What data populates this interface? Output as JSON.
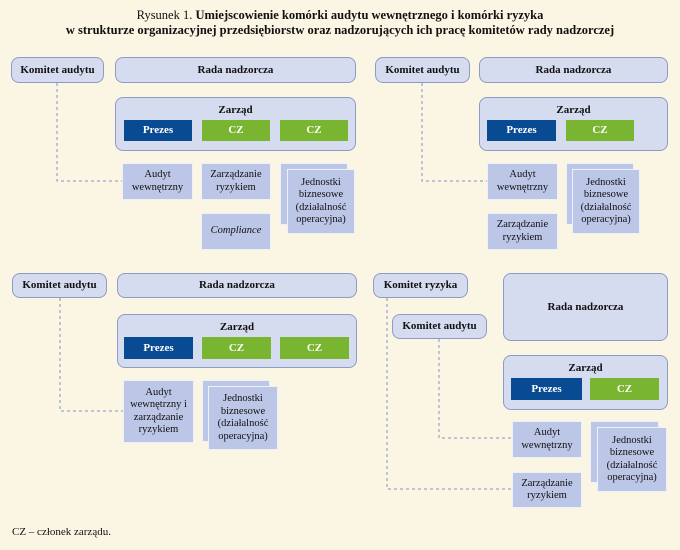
{
  "title": {
    "prefix": "Rysunek 1. ",
    "line1": "Umiejscowienie komórki audytu wewnętrznego i komórki ryzyka",
    "line2": "w strukturze organizacyjnej przedsiębiorstw oraz nadzorujących ich pracę komitetów rady nadzorczej"
  },
  "d1": {
    "komitet": "Komitet audytu",
    "rada": "Rada nadzorcza",
    "zarzad": "Zarząd",
    "prezes": "Prezes",
    "cz1": "CZ",
    "cz2": "CZ",
    "audyt": "Audyt wewnętrzny",
    "ryzyko": "Zarządzanie ryzykiem",
    "compliance": "Compliance",
    "jednostki": "Jednostki biznesowe (działalność operacyjna)"
  },
  "d2": {
    "komitet": "Komitet audytu",
    "rada": "Rada nadzorcza",
    "zarzad": "Zarząd",
    "prezes": "Prezes",
    "cz1": "CZ",
    "audyt": "Audyt wewnętrzny",
    "ryzyko": "Zarządzanie ryzykiem",
    "jednostki": "Jednostki biznesowe (działalność operacyjna)"
  },
  "d3": {
    "komitet": "Komitet audytu",
    "rada": "Rada nadzorcza",
    "zarzad": "Zarząd",
    "prezes": "Prezes",
    "cz1": "CZ",
    "cz2": "CZ",
    "audyt": "Audyt wewnętrzny i zarządzanie ryzykiem",
    "jednostki": "Jednostki biznesowe (działalność operacyjna)"
  },
  "d4": {
    "komitet_ryzyka": "Komitet ryzyka",
    "komitet_audytu": "Komitet audytu",
    "rada": "Rada nadzorcza",
    "zarzad": "Zarząd",
    "prezes": "Prezes",
    "cz1": "CZ",
    "audyt": "Audyt wewnętrzny",
    "ryzyko": "Zarządzanie ryzykiem",
    "jednostki": "Jednostki biznesowe (działalność operacyjna)"
  },
  "footnote": "CZ – członek zarządu.",
  "colors": {
    "background": "#fbf5e3",
    "box_fill": "#d6dcef",
    "unit_fill": "#bcc6e6",
    "prezes": "#084b93",
    "cz": "#79b531",
    "connector": "#7f95c2"
  }
}
